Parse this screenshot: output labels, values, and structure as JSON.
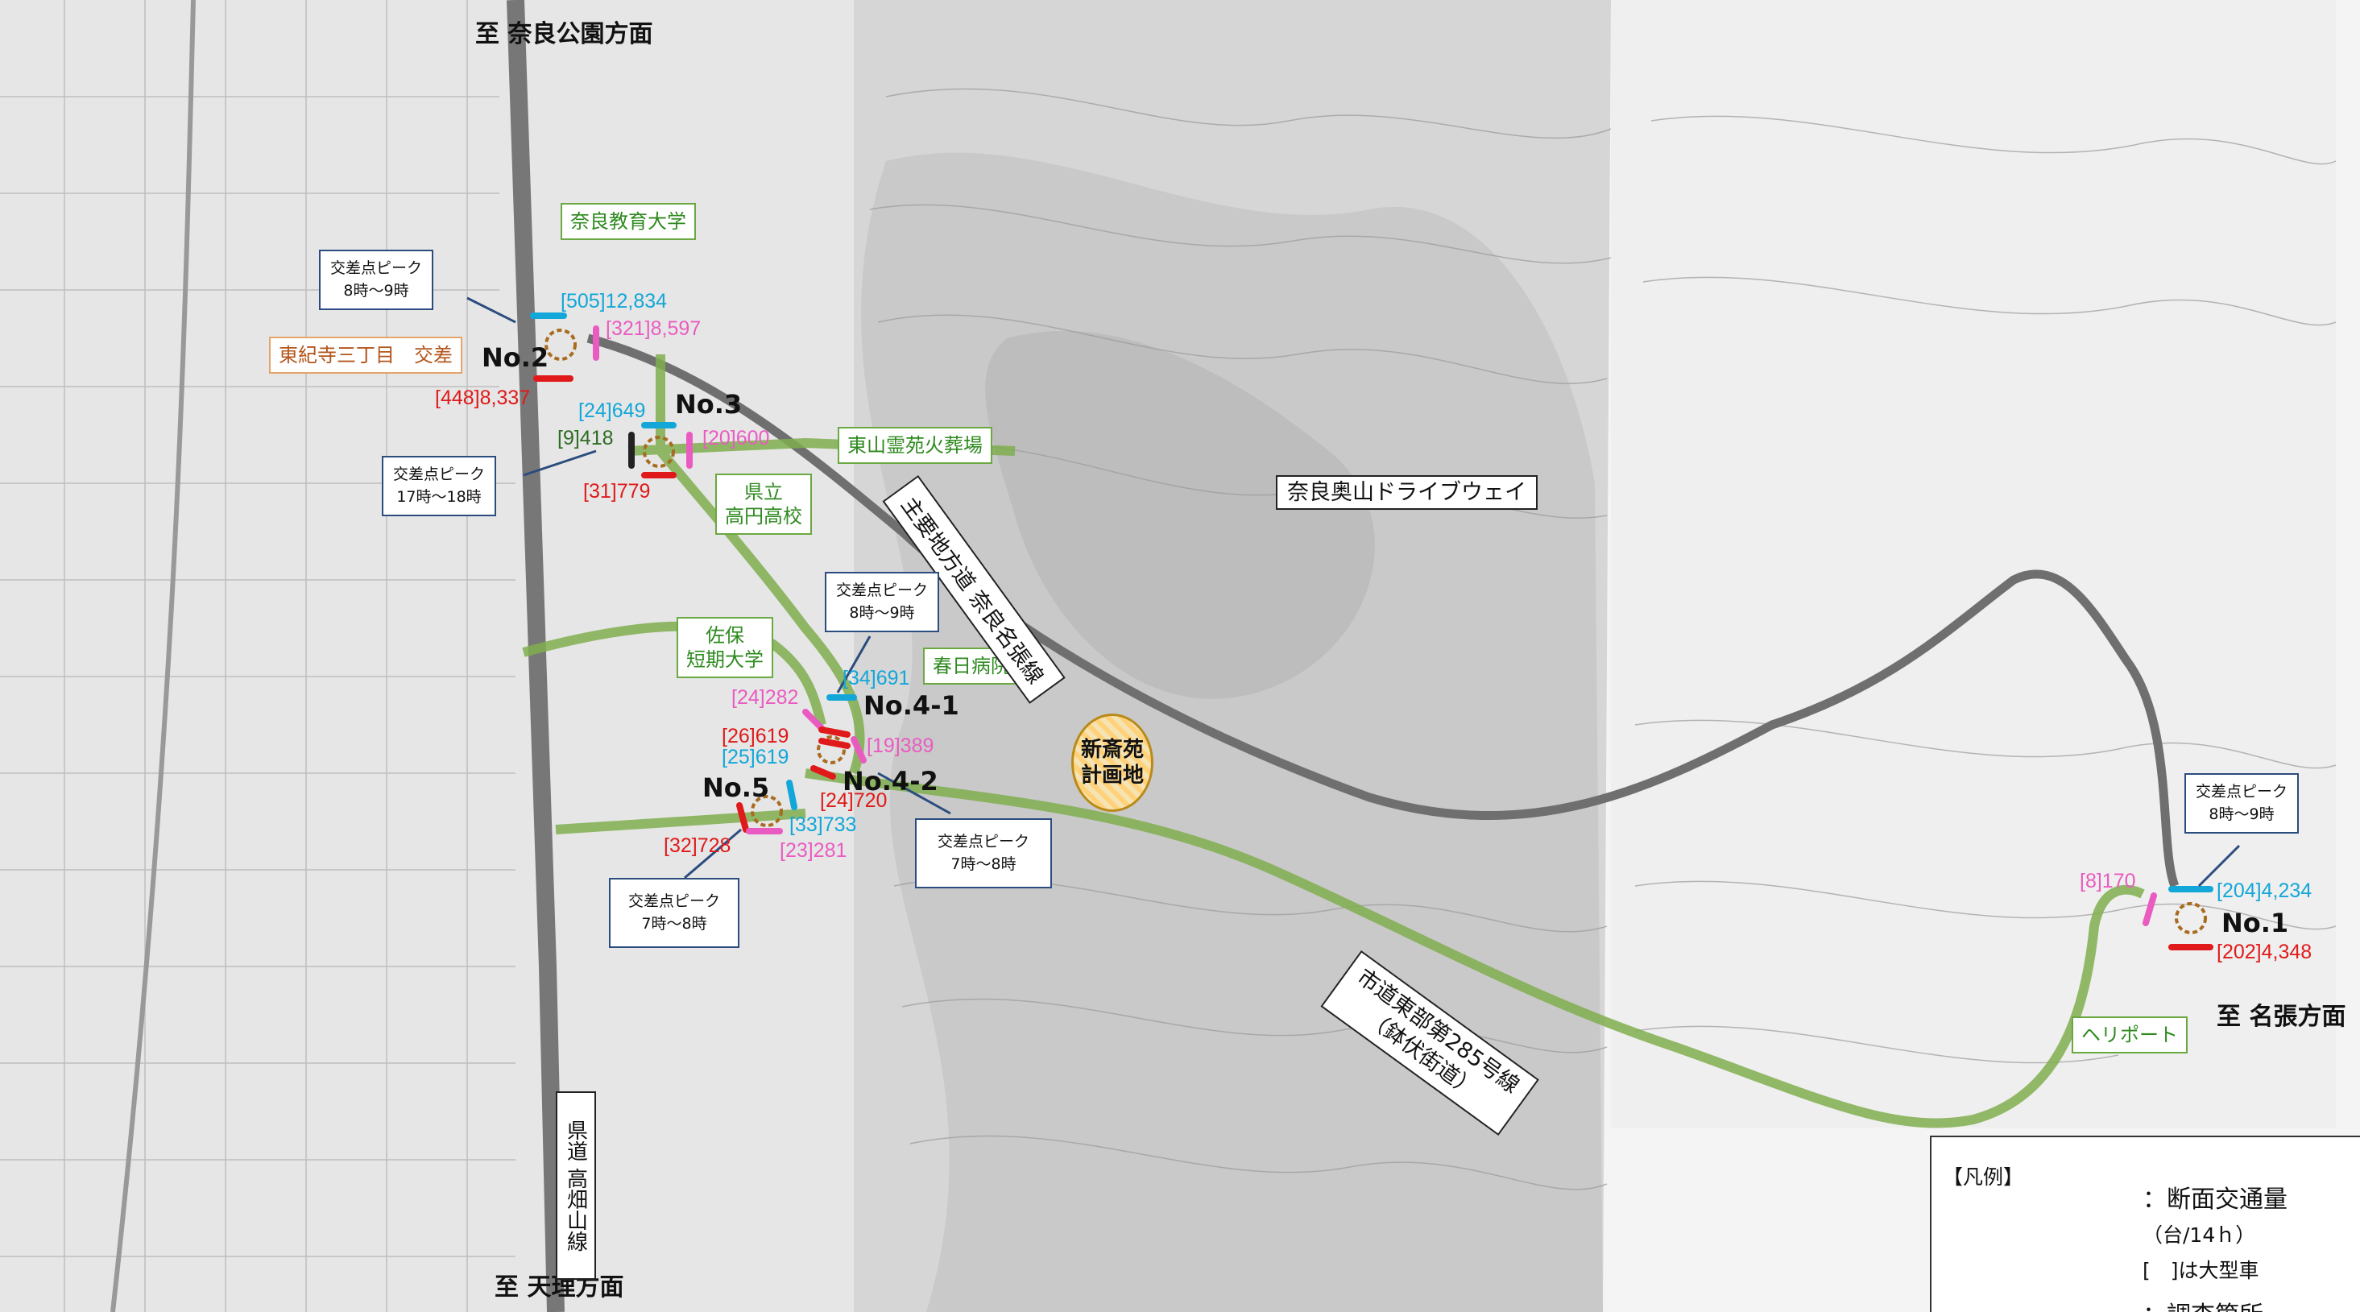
{
  "directions": {
    "north": "至 奈良公園方面",
    "south": "至 天理方面",
    "east": "至 名張方面"
  },
  "places": {
    "nara_edu_univ": "奈良教育大学",
    "toshoji_intersection": "東紀寺三丁目　交差",
    "higashiyama_crematorium": "東山霊苑火葬場",
    "prefectural_koen_hs_line1": "県立",
    "prefectural_koen_hs_line2": "高円高校",
    "saho_college_line1": "佐保",
    "saho_college_line2": "短期大学",
    "kasuga_hospital": "春日病院",
    "heliport": "ヘリポート",
    "planned_site_line1": "新斎苑",
    "planned_site_line2": "計画地"
  },
  "roads": {
    "drive_way": "奈良奥山ドライブウェイ",
    "main_road": "主要地方道 奈良名張線",
    "city_road_line1": "市道東部第285号線",
    "city_road_line2": "（鉢伏街道）",
    "pref_road": "県道 高畑山線"
  },
  "peak_boxes": [
    {
      "label": "交差点ピーク",
      "time": "8時～9時"
    },
    {
      "label": "交差点ピーク",
      "time": "17時～18時"
    },
    {
      "label": "交差点ピーク",
      "time": "8時～9時"
    },
    {
      "label": "交差点ピーク",
      "time": "7時～8時"
    },
    {
      "label": "交差点ピーク",
      "time": "7時～8時"
    },
    {
      "label": "交差点ピーク",
      "time": "8時～9時"
    }
  ],
  "stations": {
    "no1": "No.1",
    "no2": "No.2",
    "no3": "No.3",
    "no41": "No.4-1",
    "no42": "No.4-2",
    "no5": "No.5"
  },
  "counts": {
    "no2_blue": "[505]12,834",
    "no2_pink": "[321]8,597",
    "no2_red": "[448]8,337",
    "no3_blue": "[24]649",
    "no3_black": "[9]418",
    "no3_pink": "[20]600",
    "no3_red": "[31]779",
    "no41_blue": "[34]691",
    "no41_pink": "[24]282",
    "no42_red_a": "[26]619",
    "no42_blue": "[25]619",
    "no42_pink": "[19]389",
    "no42_red_b": "[24]720",
    "no5_red": "[32]728",
    "no5_blue": "[33]733",
    "no5_pink": "[23]281",
    "no1_pink": "[8]170",
    "no1_blue": "[204]4,234",
    "no1_red": "[202]4,348"
  },
  "legend": {
    "title": "【凡例】",
    "traffic_label": "：断面交通量",
    "unit": "（台/14ｈ）",
    "large_note": "[　]は大型車",
    "site_label": "：調査箇所"
  },
  "colors": {
    "blue": "#12a7d8",
    "red": "#e01a1a",
    "pink": "#ea5bc1",
    "green_route": "#6aa842",
    "peak_border": "#2b4c7e"
  }
}
